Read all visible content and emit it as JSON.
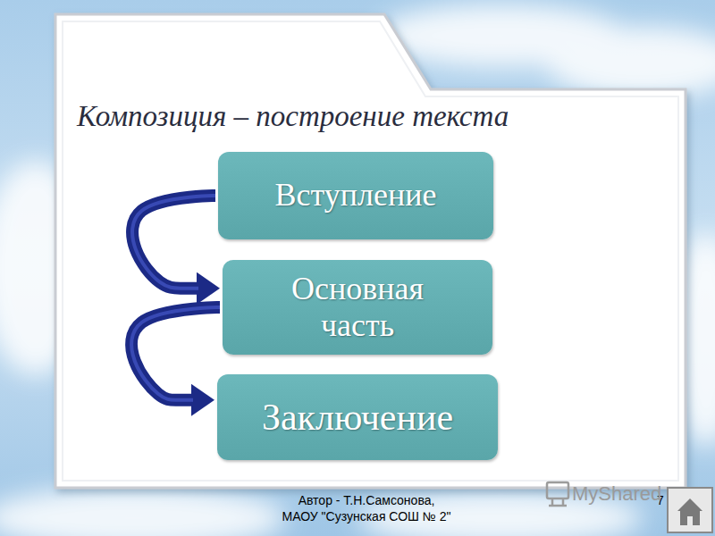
{
  "diagram": {
    "title": "Композиция – построение текста",
    "nodes": [
      {
        "text": [
          "Вступление"
        ]
      },
      {
        "text": [
          "Основная часть"
        ]
      },
      {
        "text": [
          "Заключение"
        ]
      }
    ],
    "edges": [
      {
        "from": 0,
        "to": 1,
        "arrow": "to"
      },
      {
        "from": 1,
        "to": 2,
        "arrow": "to"
      }
    ],
    "labels": [
      "Автор - Т.Н.Самсонова, МАОУ \"Сузунская СОШ № 2\"",
      "7",
      "MyShared"
    ]
  }
}
